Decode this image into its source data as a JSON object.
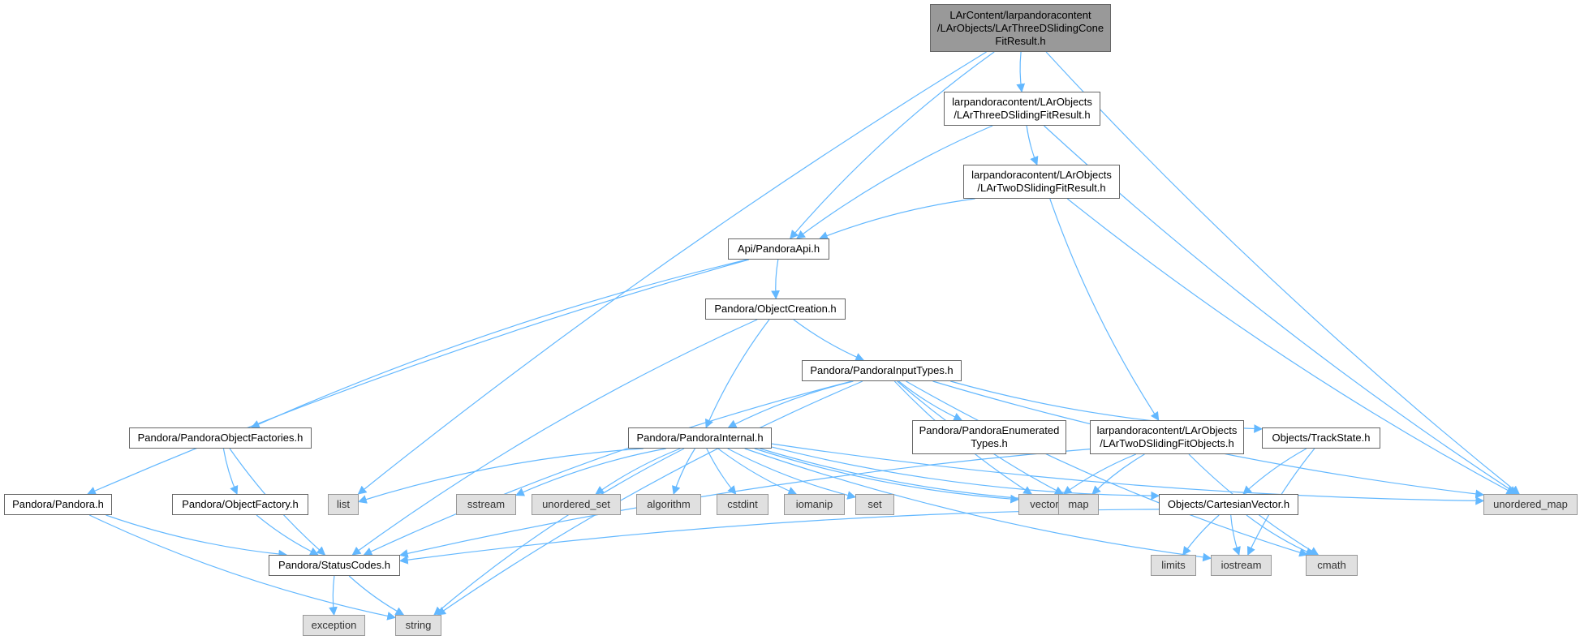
{
  "colors": {
    "edge": "#63b8ff",
    "root_fill": "#999999",
    "system_fill": "#e0e0e0",
    "border": "#666666"
  },
  "nodes": {
    "root": [
      "LArContent/larpandoracontent",
      "/LArObjects/LArThreeDSlidingCone",
      "FitResult.h"
    ],
    "three_d_fit": [
      "larpandoracontent/LArObjects",
      "/LArThreeDSlidingFitResult.h"
    ],
    "two_d_fit": [
      "larpandoracontent/LArObjects",
      "/LArTwoDSlidingFitResult.h"
    ],
    "pandora_api": [
      "Api/PandoraApi.h"
    ],
    "object_creation": [
      "Pandora/ObjectCreation.h"
    ],
    "input_types": [
      "Pandora/PandoraInputTypes.h"
    ],
    "object_factories": [
      "Pandora/PandoraObjectFactories.h"
    ],
    "pandora_internal": [
      "Pandora/PandoraInternal.h"
    ],
    "enumerated_types": [
      "Pandora/PandoraEnumerated",
      "Types.h"
    ],
    "two_d_fit_objects": [
      "larpandoracontent/LArObjects",
      "/LArTwoDSlidingFitObjects.h"
    ],
    "track_state": [
      "Objects/TrackState.h"
    ],
    "pandora": [
      "Pandora/Pandora.h"
    ],
    "list": [
      "list"
    ],
    "object_factory": [
      "Pandora/ObjectFactory.h"
    ],
    "sstream": [
      "sstream"
    ],
    "unordered_set": [
      "unordered_set"
    ],
    "algorithm": [
      "algorithm"
    ],
    "cstdint": [
      "cstdint"
    ],
    "iomanip": [
      "iomanip"
    ],
    "set": [
      "set"
    ],
    "vector": [
      "vector"
    ],
    "map": [
      "map"
    ],
    "cartesian_vector": [
      "Objects/CartesianVector.h"
    ],
    "unordered_map": [
      "unordered_map"
    ],
    "status_codes": [
      "Pandora/StatusCodes.h"
    ],
    "limits": [
      "limits"
    ],
    "iostream": [
      "iostream"
    ],
    "cmath": [
      "cmath"
    ],
    "exception": [
      "exception"
    ],
    "string": [
      "string"
    ]
  },
  "edges": [
    [
      "root",
      "three_d_fit"
    ],
    [
      "root",
      "pandora_api"
    ],
    [
      "root",
      "list"
    ],
    [
      "root",
      "unordered_map"
    ],
    [
      "three_d_fit",
      "pandora_api"
    ],
    [
      "three_d_fit",
      "two_d_fit"
    ],
    [
      "three_d_fit",
      "unordered_map"
    ],
    [
      "two_d_fit",
      "pandora_api"
    ],
    [
      "two_d_fit",
      "two_d_fit_objects"
    ],
    [
      "two_d_fit",
      "unordered_map"
    ],
    [
      "pandora_api",
      "object_creation"
    ],
    [
      "pandora_api",
      "object_factories"
    ],
    [
      "pandora_api",
      "pandora"
    ],
    [
      "object_creation",
      "input_types"
    ],
    [
      "object_creation",
      "pandora_internal"
    ],
    [
      "object_creation",
      "status_codes"
    ],
    [
      "input_types",
      "pandora_internal"
    ],
    [
      "input_types",
      "enumerated_types"
    ],
    [
      "input_types",
      "track_state"
    ],
    [
      "input_types",
      "status_codes"
    ],
    [
      "input_types",
      "vector"
    ],
    [
      "input_types",
      "map"
    ],
    [
      "input_types",
      "unordered_map"
    ],
    [
      "input_types",
      "cmath"
    ],
    [
      "input_types",
      "string"
    ],
    [
      "object_factories",
      "object_factory"
    ],
    [
      "object_factories",
      "status_codes"
    ],
    [
      "object_factory",
      "status_codes"
    ],
    [
      "pandora",
      "status_codes"
    ],
    [
      "pandora",
      "string"
    ],
    [
      "pandora_internal",
      "list"
    ],
    [
      "pandora_internal",
      "sstream"
    ],
    [
      "pandora_internal",
      "unordered_set"
    ],
    [
      "pandora_internal",
      "algorithm"
    ],
    [
      "pandora_internal",
      "cstdint"
    ],
    [
      "pandora_internal",
      "iomanip"
    ],
    [
      "pandora_internal",
      "set"
    ],
    [
      "pandora_internal",
      "vector"
    ],
    [
      "pandora_internal",
      "map"
    ],
    [
      "pandora_internal",
      "cartesian_vector"
    ],
    [
      "pandora_internal",
      "unordered_map"
    ],
    [
      "pandora_internal",
      "iostream"
    ],
    [
      "pandora_internal",
      "string"
    ],
    [
      "two_d_fit_objects",
      "vector"
    ],
    [
      "two_d_fit_objects",
      "map"
    ],
    [
      "two_d_fit_objects",
      "status_codes"
    ],
    [
      "two_d_fit_objects",
      "cmath"
    ],
    [
      "track_state",
      "cartesian_vector"
    ],
    [
      "track_state",
      "iostream"
    ],
    [
      "cartesian_vector",
      "status_codes"
    ],
    [
      "cartesian_vector",
      "limits"
    ],
    [
      "cartesian_vector",
      "iostream"
    ],
    [
      "cartesian_vector",
      "cmath"
    ],
    [
      "status_codes",
      "exception"
    ],
    [
      "status_codes",
      "string"
    ]
  ]
}
